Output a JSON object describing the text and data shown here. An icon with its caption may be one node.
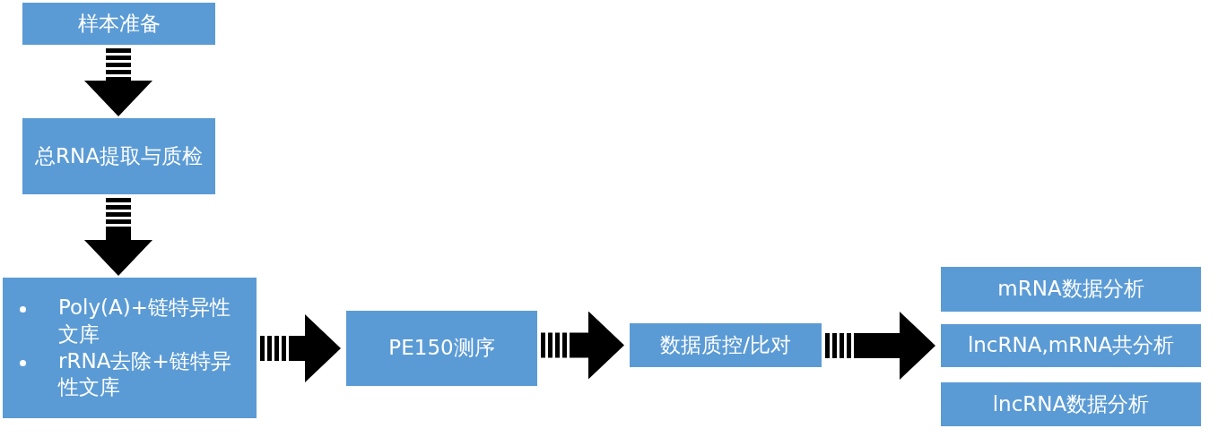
{
  "diagram": {
    "nodes": [
      {
        "text": [
          "样本准备"
        ]
      },
      {
        "text": [
          "总RNA提取与质检"
        ]
      },
      {
        "text": [
          "Poly(A)+链特异性文库",
          "rRNA去除+链特异性文库"
        ]
      },
      {
        "text": [
          "PE150测序"
        ]
      },
      {
        "text": [
          "数据质控/比对"
        ]
      },
      {
        "text": [
          "mRNA数据分析"
        ]
      },
      {
        "text": [
          "lncRNA,mRNA共分析"
        ]
      },
      {
        "text": [
          "lncRNA数据分析"
        ]
      }
    ],
    "edges": [
      {
        "from": 0,
        "to": 1,
        "arrow": "to",
        "style": "dashed"
      },
      {
        "from": 1,
        "to": 2,
        "arrow": "to",
        "style": "dashed"
      },
      {
        "from": 2,
        "to": 3,
        "arrow": "to",
        "style": "dashed"
      },
      {
        "from": 3,
        "to": 4,
        "arrow": "to",
        "style": "dashed"
      },
      {
        "from": 4,
        "to": 6,
        "arrow": "to",
        "style": "dashed"
      }
    ]
  }
}
